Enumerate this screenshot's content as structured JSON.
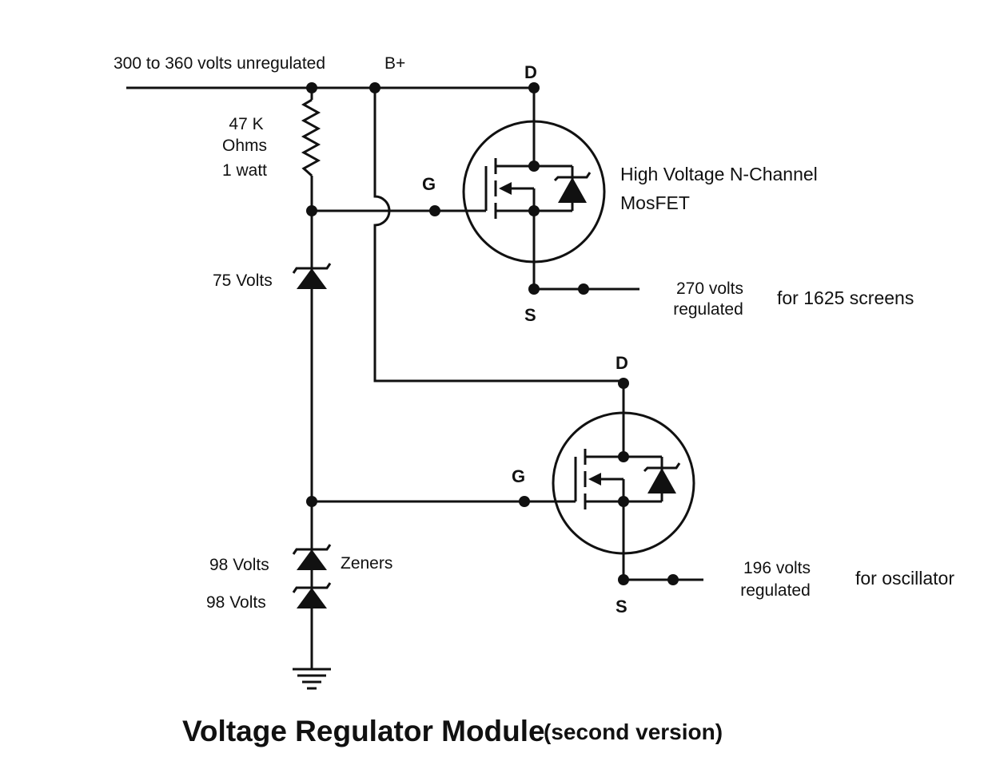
{
  "labels": {
    "input": "300 to 360 volts unregulated",
    "bplus": "B+",
    "resistor_value": "47 K",
    "resistor_unit": "Ohms",
    "resistor_power": "1 watt",
    "zener_75": "75 Volts",
    "zener_98_top": "98 Volts",
    "zener_98_bottom": "98 Volts",
    "zeners": "Zeners",
    "mosfet_desc_line1": "High Voltage N-Channel",
    "mosfet_desc_line2": "MosFET",
    "q1_drain": "D",
    "q1_gate": "G",
    "q1_source": "S",
    "q2_drain": "D",
    "q2_gate": "G",
    "q2_source": "S",
    "out1_volts": "270 volts",
    "out1_regulated": "regulated",
    "out1_use": "for 1625 screens",
    "out2_volts": "196 volts",
    "out2_regulated": "regulated",
    "out2_use": "for oscillator",
    "title": "Voltage Regulator Module",
    "subtitle": "(second version)"
  }
}
